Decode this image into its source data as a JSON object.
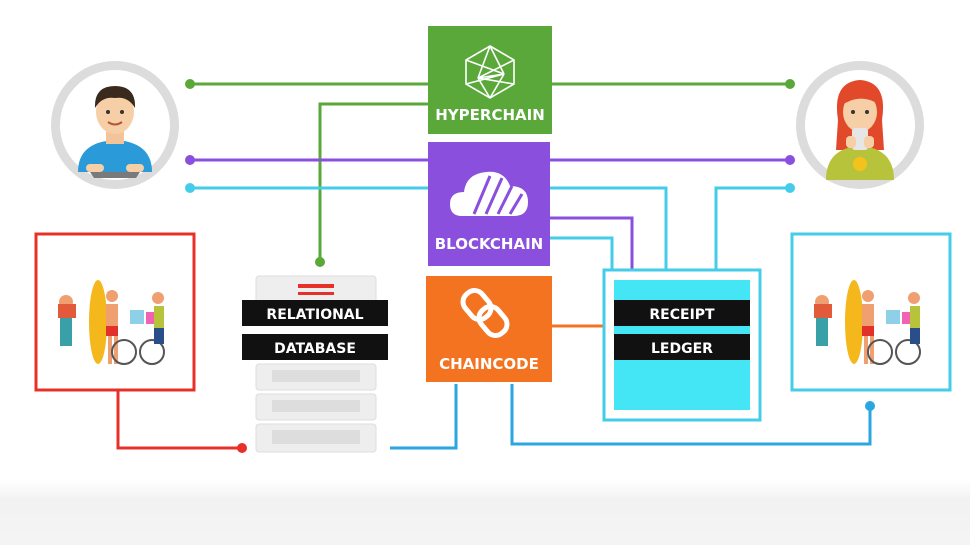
{
  "diagram": {
    "hyperchain_label": "HYPERCHAIN",
    "blockchain_label": "BLOCKCHAIN",
    "chaincode_label": "CHAINCODE",
    "database_line1": "RELATIONAL",
    "database_line2": "DATABASE",
    "ledger_line1": "RECEIPT",
    "ledger_line2": "LEDGER"
  },
  "colors": {
    "green": "#5aa83a",
    "purple": "#8a4fdd",
    "cyan": "#44cdea",
    "orange": "#f47320",
    "red": "#e8302a",
    "blue": "#2aa6e0",
    "black_band": "#111111"
  },
  "icons": [
    "male-user-icon",
    "female-user-icon",
    "network-polyhedron-icon",
    "cloud-icon",
    "chain-link-icon",
    "server-rack-icon",
    "shopping-people-icon"
  ]
}
